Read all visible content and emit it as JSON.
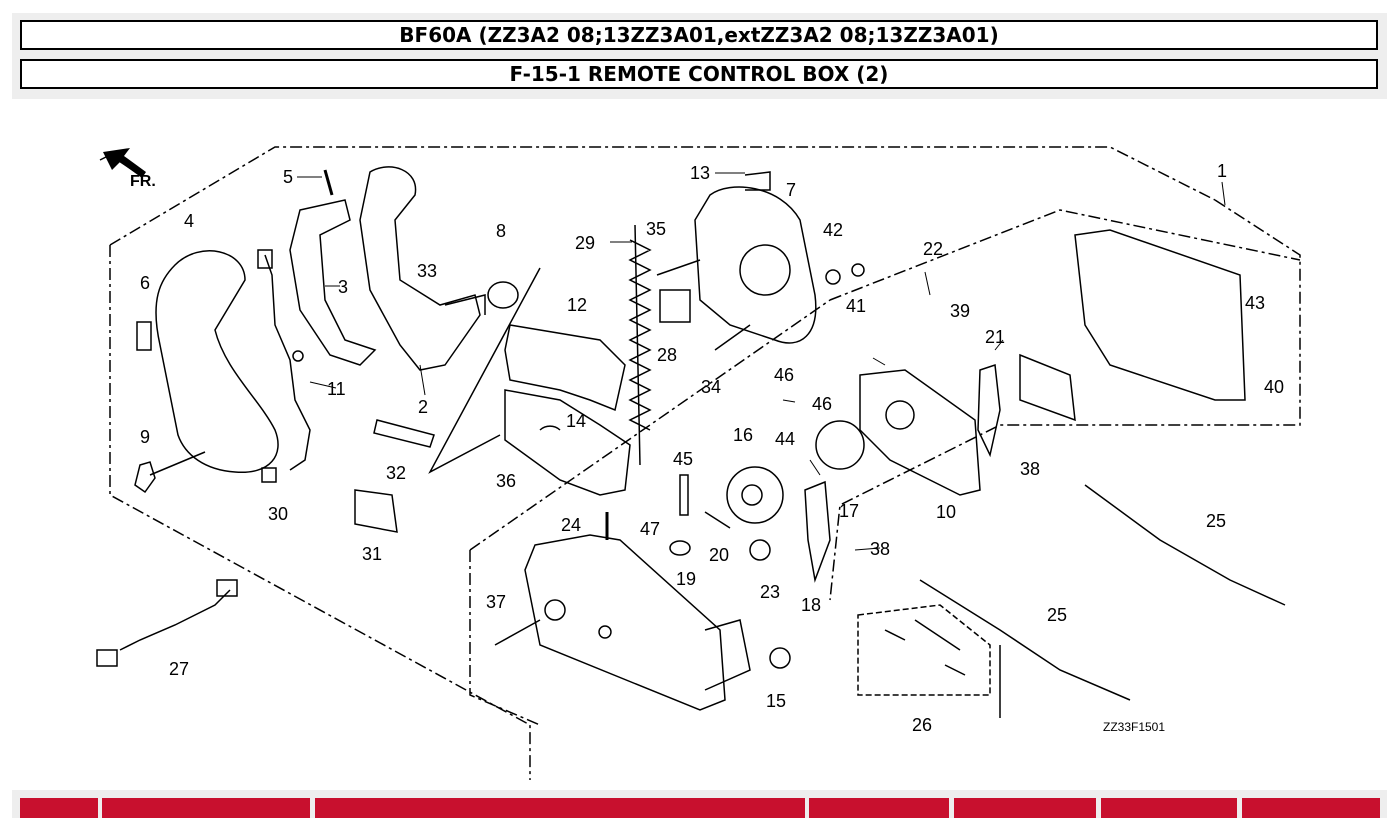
{
  "header": {
    "model": "BF60A (ZZ3A2 08;13ZZ3A01,extZZ3A2 08;13ZZ3A01)",
    "section": "F-15-1 REMOTE CONTROL BOX (2)"
  },
  "diagram": {
    "front_label": "FR.",
    "drawing_code": "ZZ33F1501",
    "callouts": [
      "1",
      "2",
      "3",
      "4",
      "5",
      "6",
      "7",
      "8",
      "9",
      "10",
      "11",
      "12",
      "13",
      "14",
      "15",
      "16",
      "17",
      "18",
      "19",
      "20",
      "21",
      "22",
      "23",
      "24",
      "25",
      "25",
      "26",
      "27",
      "28",
      "29",
      "30",
      "31",
      "32",
      "33",
      "34",
      "35",
      "36",
      "37",
      "38",
      "38",
      "39",
      "40",
      "41",
      "42",
      "43",
      "44",
      "45",
      "46",
      "46",
      "47"
    ]
  },
  "colors": {
    "table_header": "#c8102e",
    "header_bg": "#eeeeee"
  }
}
